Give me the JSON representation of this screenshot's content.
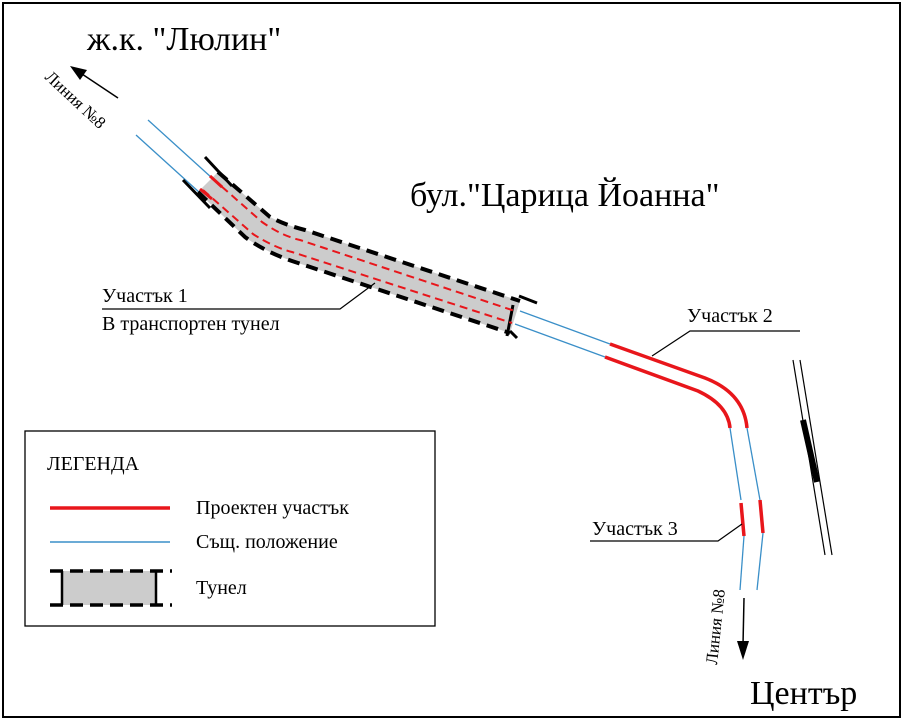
{
  "labels": {
    "district": "ж.к. \"Люлин\"",
    "boulevard": "бул.\"Царица Йоанна\"",
    "center": "Център",
    "line_top": "Линия №8",
    "line_bottom": "Линия №8",
    "section1_line1": "Участък 1",
    "section1_line2": "В транспортен тунел",
    "section2": "Участък 2",
    "section3": "Участък 3"
  },
  "legend": {
    "title": "ЛЕГЕНДА",
    "items": [
      {
        "label": "Проектен участък",
        "symbol": "red-line"
      },
      {
        "label": "Същ. положение",
        "symbol": "blue-line"
      },
      {
        "label": "Тунел",
        "symbol": "tunnel"
      }
    ]
  },
  "colors": {
    "project": "#e8161b",
    "existing": "#3a8fc8",
    "tunnel_fill": "#cccccc",
    "outline": "#000000"
  }
}
